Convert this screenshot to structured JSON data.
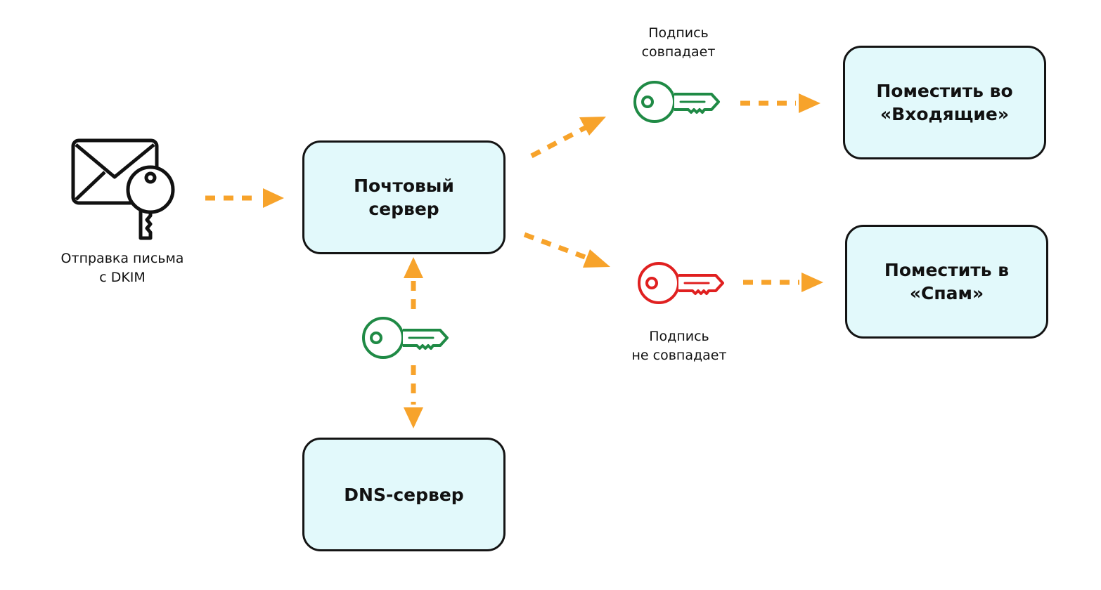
{
  "diagram": {
    "nodes": {
      "mail_server": "Почтовый\nсервер",
      "dns_server": "DNS-сервер",
      "inbox_action": "Поместить во\n«Входящие»",
      "spam_action": "Поместить в\n«Спам»"
    },
    "labels": {
      "sender": "Отправка письма\nс DKIM",
      "signature_match": "Подпись\nсовпадает",
      "signature_mismatch": "Подпись\nне совпадает"
    },
    "icons": {
      "sender": "envelope-with-key-icon",
      "dns_key": "key-icon",
      "match_key": "key-icon",
      "mismatch_key": "key-icon"
    },
    "colors": {
      "arrow": "#f7a32b",
      "box_fill": "#e2f9fb",
      "box_border": "#141414",
      "key_valid": "#1f8a45",
      "key_invalid": "#e02020",
      "text": "#111111"
    }
  }
}
